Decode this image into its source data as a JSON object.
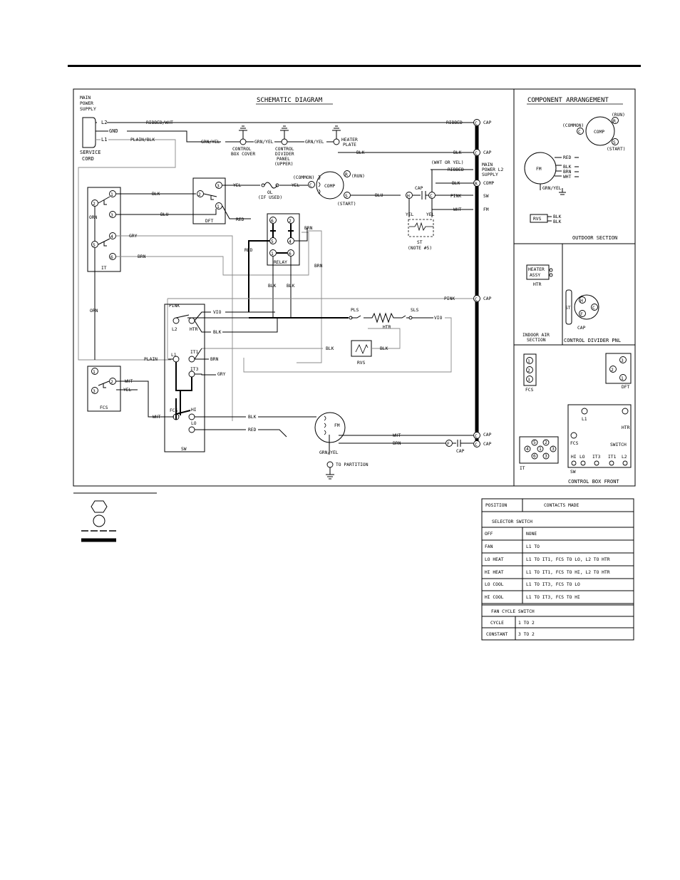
{
  "schematic": {
    "title": "SCHEMATIC DIAGRAM",
    "supply_label": [
      "MAIN",
      "POWER",
      "SUPPLY"
    ],
    "service_cord": [
      "SERVICE",
      "CORD"
    ],
    "cord_leads": [
      "L2",
      "GND",
      "L1"
    ],
    "wire_labels": {
      "ribbed_wht": "RIBBED/WHT",
      "plain_blk": "PLAIN/BLK",
      "grn_yel": "GRN/YEL",
      "ribbed": "RIBBED",
      "blk": "BLK",
      "blu": "BLU",
      "yel": "YEL",
      "red": "RED",
      "gry": "GRY",
      "brn": "BRN",
      "orn": "ORN",
      "pink": "PINK",
      "vio": "VIO",
      "wht": "WHT",
      "plain": "PLAIN",
      "wht_or_yel": "(WHT OR YEL)"
    },
    "grounds": {
      "control_box": [
        "CONTROL",
        "BOX COVER"
      ],
      "divider": [
        "CONTROL",
        "DIVIDER",
        "PANEL",
        "(UPPER)"
      ],
      "heater": [
        "HEATER",
        "PLATE"
      ]
    },
    "main_power_l2": [
      "MAIN",
      "POWER L2",
      "SUPPLY"
    ],
    "bus_labels": [
      "CAP",
      "CAP",
      "COMP",
      "SW",
      "FM",
      "CAP",
      "CAP",
      "CAP"
    ],
    "terminal_letters": {
      "c": "C",
      "h": "H",
      "r": "R",
      "s": "S",
      "f": "F"
    },
    "components": {
      "ol": "OL",
      "ol_note": "(IF USED)",
      "comp": "COMP",
      "common": "(COMMON)",
      "run": "(RUN)",
      "start": "(START)",
      "cap": "CAP",
      "st": "ST",
      "st_note": "(NOTE #5)",
      "dft": "DFT",
      "it": "IT",
      "relay": "RELAY",
      "pls": "PLS",
      "sls": "SLS",
      "htr": "HTR",
      "rvs": "RVS",
      "fcs": "FCS",
      "sw": "SW",
      "fm": "FM",
      "to_partition": "TO PARTITION"
    },
    "switch_terminals": [
      "L2",
      "HTR",
      "L1",
      "IT1",
      "IT3",
      "FCS",
      "HI",
      "LO"
    ],
    "numbers": [
      "1",
      "2",
      "3",
      "4",
      "5",
      "6"
    ]
  },
  "component_arrangement": {
    "title": "COMPONENT ARRANGEMENT",
    "outdoor_section": "OUTDOOR SECTION",
    "heater_assy": [
      "HEATER",
      "ASSY"
    ],
    "indoor_air_section": [
      "INDOOR AIR",
      "SECTION"
    ],
    "control_divider_pnl": "CONTROL DIVIDER PNL",
    "control_box_front": "CONTROL BOX FRONT",
    "switch": "SWITCH",
    "sw_terms": [
      "HI",
      "LO",
      "IT3",
      "IT1",
      "L2"
    ],
    "wire_colors": [
      "RED",
      "BLK",
      "BRN",
      "WHT"
    ]
  },
  "contacts_table": {
    "headers": [
      "POSITION",
      "CONTACTS MADE"
    ],
    "section1": "SELECTOR SWITCH",
    "rows": [
      [
        "OFF",
        "NONE"
      ],
      [
        "FAN",
        "L1 TO"
      ],
      [
        "LO HEAT",
        "L1 TO IT1, FCS TO LO, L2 TO HTR"
      ],
      [
        "HI HEAT",
        "L1 TO IT1, FCS TO HI, L2 TO HTR"
      ],
      [
        "LO COOL",
        "L1 TO IT3, FCS TO LO"
      ],
      [
        "HI COOL",
        "L1 TO IT3, FCS TO HI"
      ]
    ],
    "section2": "FAN CYCLE SWITCH",
    "rows2": [
      [
        "CYCLE",
        "1 TO 2"
      ],
      [
        "CONSTANT",
        "3 TO 2"
      ]
    ]
  }
}
